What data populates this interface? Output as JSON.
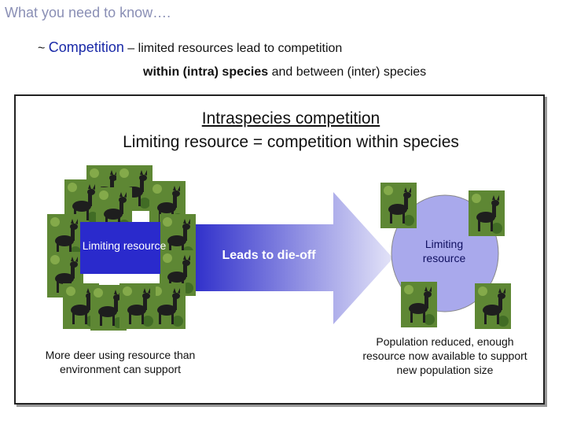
{
  "heading": "What you need to know….",
  "line1": {
    "prefix": "~ ",
    "term": "Competition",
    "rest": " – limited resources lead to competition"
  },
  "line2": {
    "intra": "within (intra) species",
    "rest": " and between (inter) species"
  },
  "panel": {
    "title": "Intraspecies competition",
    "subtitle": "Limiting resource = competition within species",
    "left_resource_label": "Limiting resource",
    "arrow_label": "Leads to die-off",
    "right_resource_label": "Limiting resource",
    "left_caption": "More deer using resource than environment can support",
    "right_caption": "Population reduced, enough resource now available to support new population size"
  },
  "colors": {
    "heading": "#8a8fb5",
    "term": "#1a2aa8",
    "arrow_start": "#2525c8",
    "arrow_end": "#d8d8f4",
    "resource_circle": "#a9a9ec",
    "photo_bg": "#4d7a2e"
  }
}
